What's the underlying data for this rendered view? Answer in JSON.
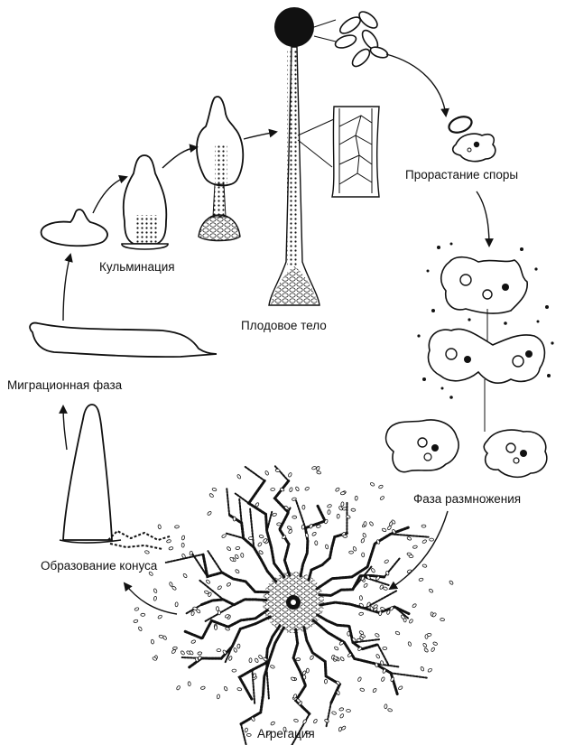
{
  "labels": {
    "culmination": "Кульминация",
    "fruiting_body": "Плодовое тело",
    "spore_germination": "Прорастание споры",
    "reproduction_phase": "Фаза размножения",
    "migration_phase": "Миграционная фаза",
    "cone_formation": "Образование конуса",
    "aggregation": "Агрегация"
  },
  "colors": {
    "ink": "#111111",
    "paper": "#ffffff"
  }
}
